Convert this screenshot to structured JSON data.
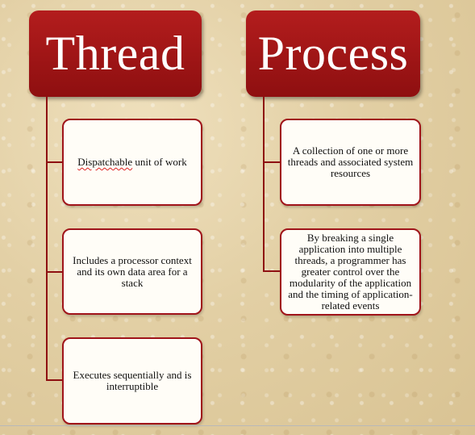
{
  "thread": {
    "title": "Thread",
    "items": [
      {
        "pre": "",
        "squiggle": "Dispatchable",
        "post": " unit of work"
      },
      {
        "pre": "Includes a processor context and its own data area for a stack",
        "squiggle": "",
        "post": ""
      },
      {
        "pre": "Executes sequentially and is interruptible",
        "squiggle": "",
        "post": ""
      }
    ]
  },
  "process": {
    "title": "Process",
    "items": [
      {
        "text": "A collection of one or more threads and associated system resources"
      },
      {
        "text": "By breaking a single application into multiple threads, a programmer has greater control over the modularity of the application and the timing of application-related events"
      }
    ]
  },
  "colors": {
    "header": "#a31516",
    "connector": "#8e1011",
    "box_border": "#a0141a"
  }
}
